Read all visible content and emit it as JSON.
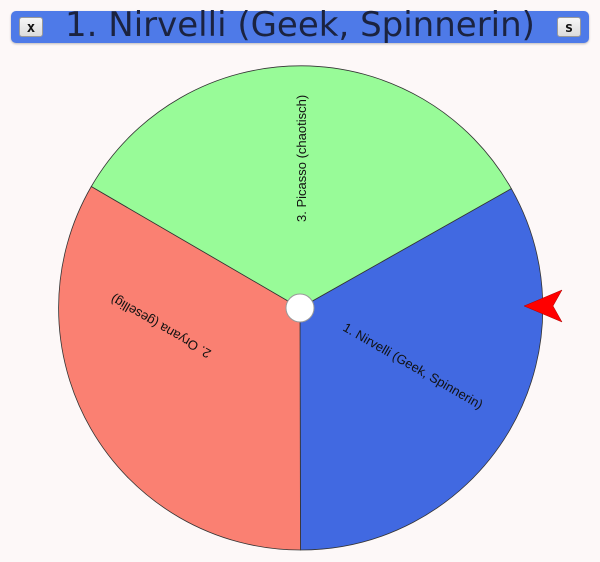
{
  "header": {
    "title": "1. Nirvelli (Geek, Spinnerin)",
    "close_label": "x",
    "settings_label": "s",
    "color": "#4e7ae8"
  },
  "wheel": {
    "segments": [
      {
        "label": "1. Nirvelli (Geek, Spinnerin)",
        "color": "#4169e1"
      },
      {
        "label": "2. Oryana (gesellig)",
        "color": "#fa8072"
      },
      {
        "label": "3. Picasso (chaotisch)",
        "color": "#98fb98"
      }
    ],
    "pointer": {
      "icon": "pointer-arrow-icon",
      "color": "#ff0000"
    },
    "hub": {
      "icon": "wheel-hub",
      "color": "#ffffff"
    }
  }
}
